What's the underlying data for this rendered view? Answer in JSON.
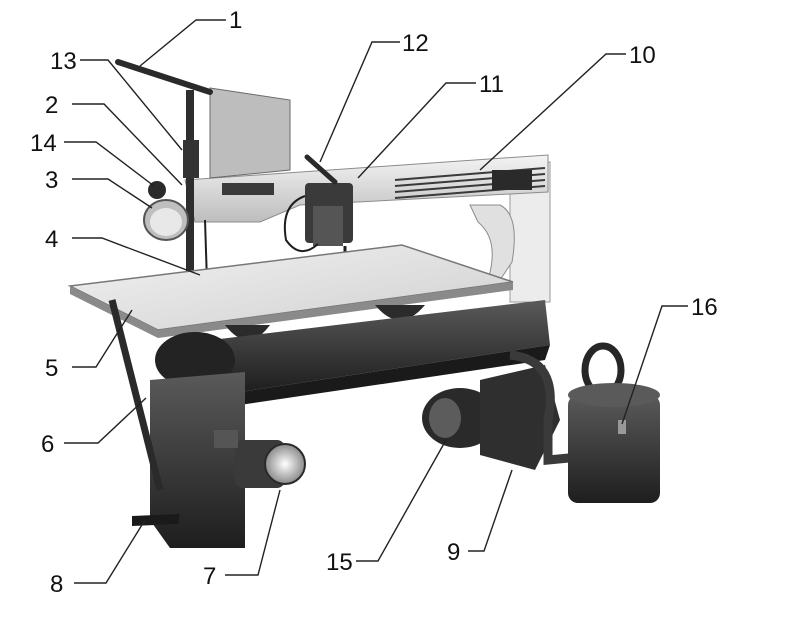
{
  "figure": {
    "subject": "jigsaw machine parts diagram",
    "colors": {
      "background": "#ffffff",
      "ink": "#111111",
      "metal_dark": "#2b2b2b",
      "metal_mid": "#6a6a6a",
      "metal_light": "#cfcfcf",
      "table_top": "#e6e6e6"
    }
  },
  "callouts": [
    {
      "id": "c1",
      "label": "1"
    },
    {
      "id": "c2",
      "label": "2"
    },
    {
      "id": "c3",
      "label": "3"
    },
    {
      "id": "c4",
      "label": "4"
    },
    {
      "id": "c5",
      "label": "5"
    },
    {
      "id": "c6",
      "label": "6"
    },
    {
      "id": "c7",
      "label": "7"
    },
    {
      "id": "c8",
      "label": "8"
    },
    {
      "id": "c9",
      "label": "9"
    },
    {
      "id": "c10",
      "label": "10"
    },
    {
      "id": "c11",
      "label": "11"
    },
    {
      "id": "c12",
      "label": "12"
    },
    {
      "id": "c13",
      "label": "13"
    },
    {
      "id": "c14",
      "label": "14"
    },
    {
      "id": "c15",
      "label": "15"
    },
    {
      "id": "c16",
      "label": "16"
    }
  ]
}
